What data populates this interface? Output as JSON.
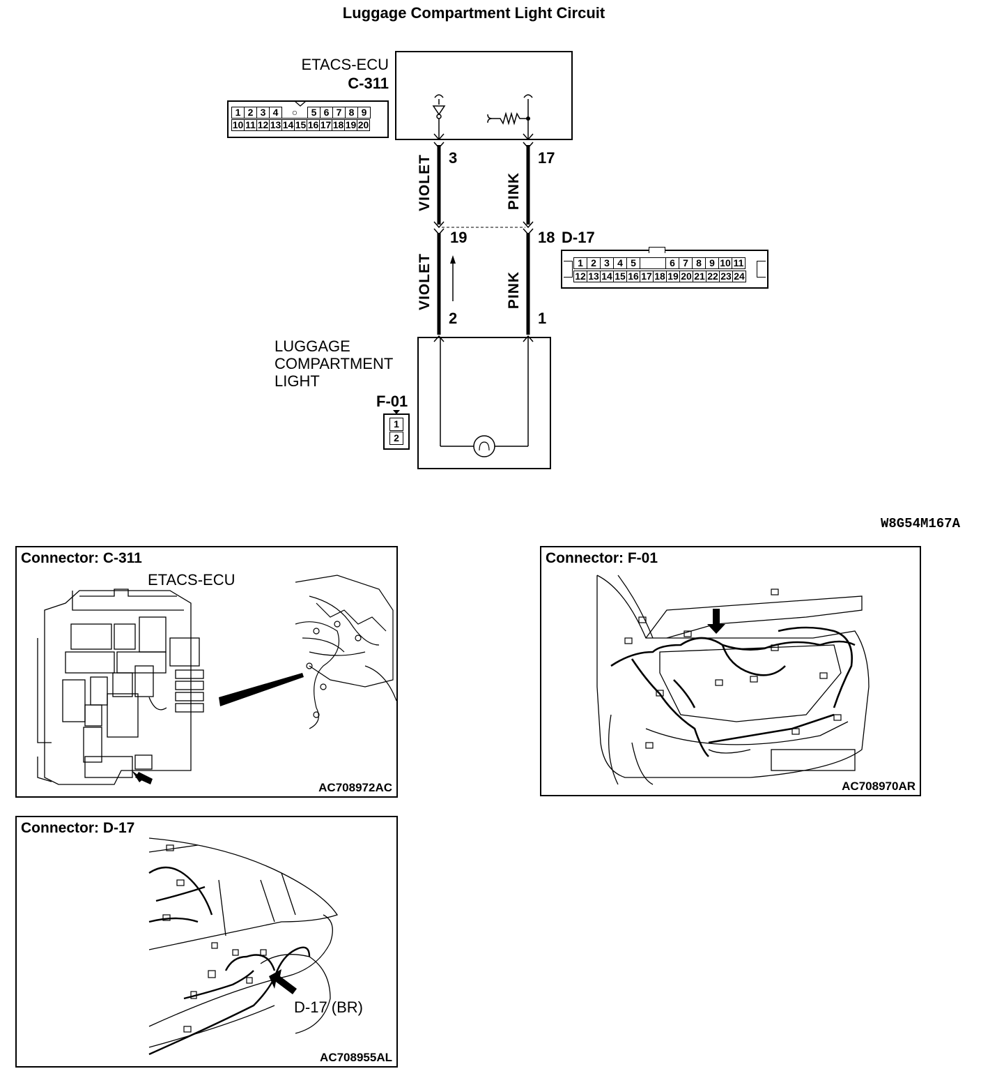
{
  "title": "Luggage Compartment Light Circuit",
  "ecu": {
    "name": "ETACS-ECU",
    "connector": "C-311",
    "pins_row1": [
      "1",
      "2",
      "3",
      "4",
      "○",
      "5",
      "6",
      "7",
      "8",
      "9"
    ],
    "pins_row2": [
      "10",
      "11",
      "12",
      "13",
      "14",
      "15",
      "16",
      "17",
      "18",
      "19",
      "20"
    ]
  },
  "wires": {
    "left_upper_color": "VIOLET",
    "right_upper_color": "PINK",
    "left_lower_color": "VIOLET",
    "right_lower_color": "PINK",
    "ecu_pin_left": "3",
    "ecu_pin_right": "17",
    "d17_pin_left": "19",
    "d17_pin_right": "18",
    "light_pin_left": "2",
    "light_pin_right": "1"
  },
  "junction": {
    "connector": "D-17",
    "pins_row1": [
      "1",
      "2",
      "3",
      "4",
      "5",
      "",
      "6",
      "7",
      "8",
      "9",
      "10",
      "11"
    ],
    "pins_row2": [
      "12",
      "13",
      "14",
      "15",
      "16",
      "17",
      "18",
      "19",
      "20",
      "21",
      "22",
      "23",
      "24"
    ]
  },
  "light": {
    "name_line1": "LUGGAGE",
    "name_line2": "COMPARTMENT",
    "name_line3": "LIGHT",
    "connector": "F-01",
    "pins": [
      "1",
      "2"
    ]
  },
  "diagram_code": "W8G54M167A",
  "panels": {
    "c311": {
      "title": "Connector: C-311",
      "subtitle": "ETACS-ECU",
      "code": "AC708972AC"
    },
    "f01": {
      "title": "Connector: F-01",
      "code": "AC708970AR"
    },
    "d17": {
      "title": "Connector: D-17",
      "callout": "D-17 (BR)",
      "code": "AC708955AL"
    }
  }
}
